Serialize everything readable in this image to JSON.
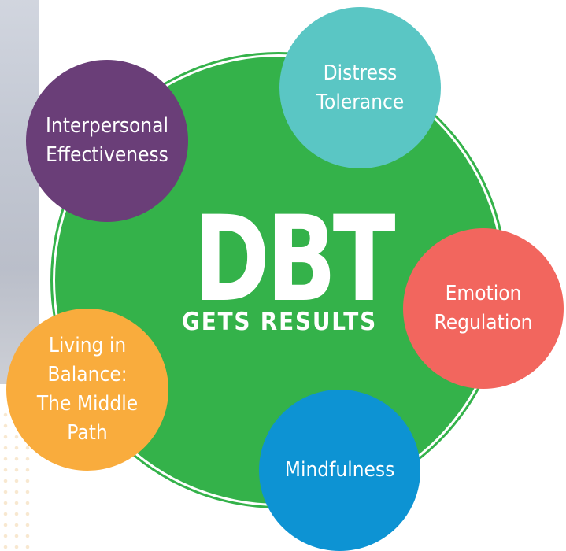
{
  "center": {
    "title": "DBT",
    "subtitle": "GETS RESULTS"
  },
  "skills": [
    {
      "label": "Distress Tolerance",
      "color": "#5ac6c4"
    },
    {
      "label": "Interpersonal Effectiveness",
      "color": "#6a3e78"
    },
    {
      "label": "Emotion Regulation",
      "color": "#f2665e"
    },
    {
      "label": "Living in Balance: The Middle Path",
      "color": "#f9ac3d"
    },
    {
      "label": "Mindfulness",
      "color": "#0d93d3"
    }
  ],
  "colors": {
    "main_circle": "#34b24a",
    "text": "#ffffff"
  }
}
